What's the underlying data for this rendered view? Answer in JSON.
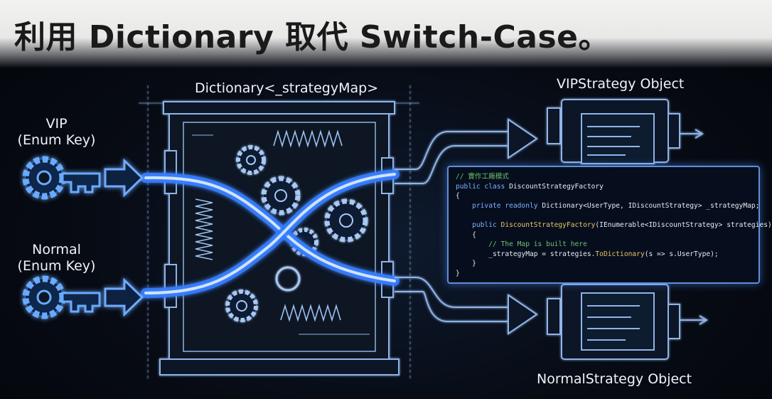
{
  "title": "利用 Dictionary 取代 Switch-Case。",
  "labels": {
    "map": "Dictionary<_strategyMap>",
    "vip_strategy": "VIPStrategy Object",
    "normal_strategy": "NormalStrategy Object",
    "vip_key_line1": "VIP",
    "vip_key_line2": "(Enum Key)",
    "normal_key_line1": "Normal",
    "normal_key_line2": "(Enum Key)"
  },
  "code": {
    "lines": [
      {
        "indent": "",
        "parts": [
          {
            "t": "// 實作工廠模式",
            "c": "comment"
          }
        ]
      },
      {
        "indent": "",
        "parts": [
          {
            "t": "public class ",
            "c": "kw"
          },
          {
            "t": "DiscountStrategyFactory",
            "c": "plain"
          }
        ]
      },
      {
        "indent": "",
        "parts": [
          {
            "t": "{",
            "c": "plain"
          }
        ]
      },
      {
        "indent": "    ",
        "parts": [
          {
            "t": "private readonly ",
            "c": "kw"
          },
          {
            "t": "Dictionary<UserType, IDiscountStrategy> _strategyMap;",
            "c": "plain"
          }
        ]
      },
      {
        "indent": "",
        "parts": [
          {
            "t": "",
            "c": "plain"
          }
        ]
      },
      {
        "indent": "    ",
        "parts": [
          {
            "t": "public ",
            "c": "kw"
          },
          {
            "t": "DiscountStrategyFactory",
            "c": "type"
          },
          {
            "t": "(IEnumerable<IDiscountStrategy> strategies)",
            "c": "plain"
          }
        ]
      },
      {
        "indent": "    ",
        "parts": [
          {
            "t": "{",
            "c": "plain"
          }
        ]
      },
      {
        "indent": "        ",
        "parts": [
          {
            "t": "// The Map is built here",
            "c": "comment"
          }
        ]
      },
      {
        "indent": "        ",
        "parts": [
          {
            "t": "_strategyMap = strategies.",
            "c": "plain"
          },
          {
            "t": "ToDictionary",
            "c": "type"
          },
          {
            "t": "(s => s.UserType);",
            "c": "plain"
          }
        ]
      },
      {
        "indent": "    ",
        "parts": [
          {
            "t": "}",
            "c": "plain"
          }
        ]
      },
      {
        "indent": "",
        "parts": [
          {
            "t": "}",
            "c": "plain"
          }
        ]
      }
    ]
  },
  "colors": {
    "glow": "#4a9bff",
    "line": "#8fb4e8",
    "panel_border": "#5f8fd8",
    "comment": "#6fc06a",
    "keyword": "#7fb0ff",
    "type": "#e9c46a"
  },
  "icons": [
    "key-icon",
    "gear-icon",
    "spring-icon",
    "arrow-right-icon",
    "document-icon"
  ]
}
